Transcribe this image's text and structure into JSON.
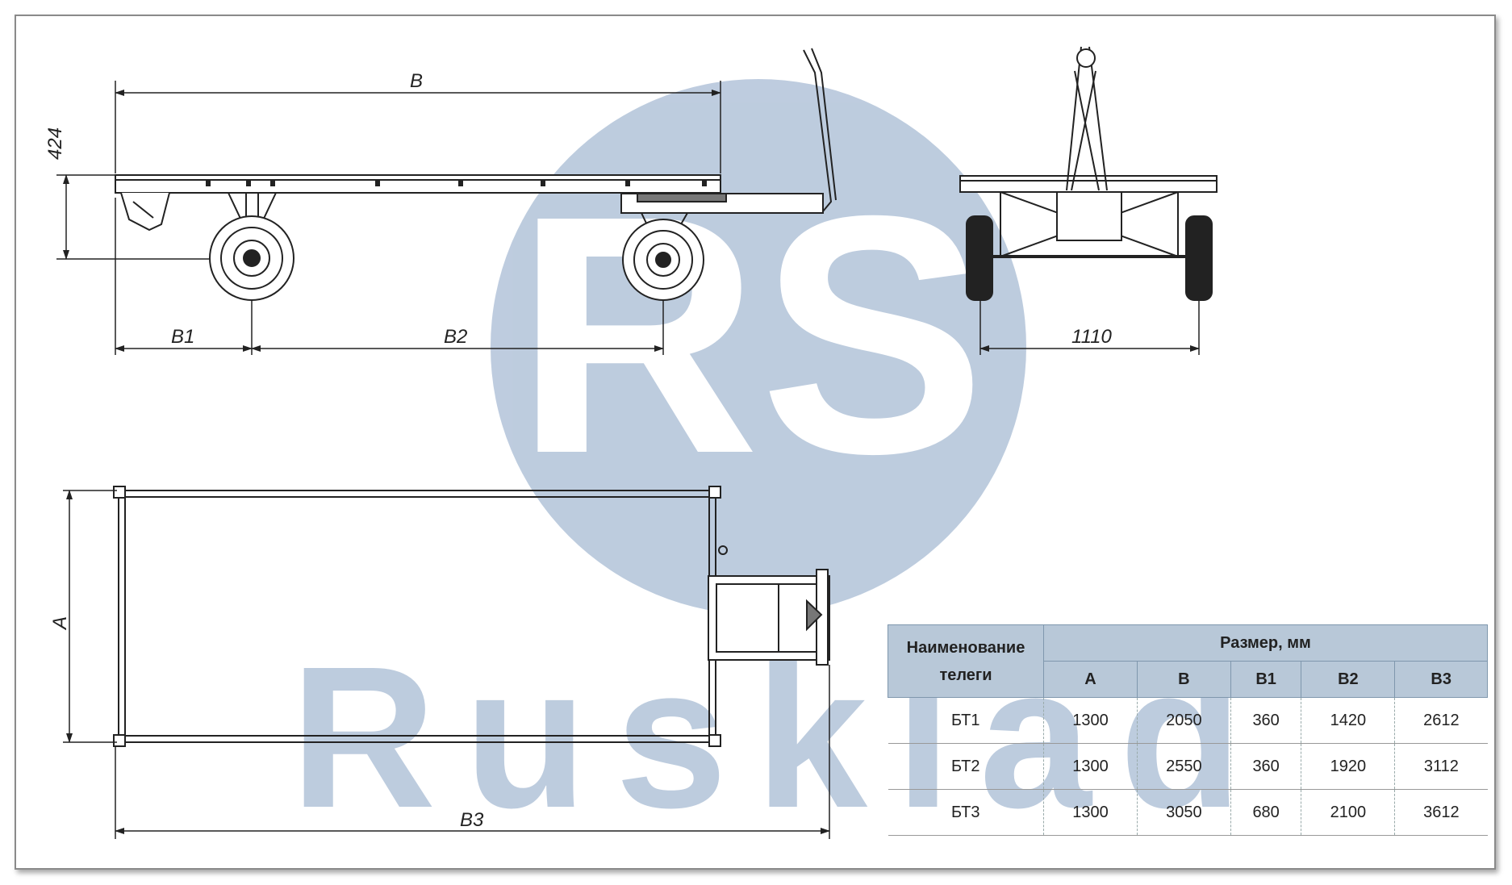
{
  "drawing": {
    "dimensions": {
      "height": "424",
      "length": "B",
      "wheel_offset": "B1",
      "wheelbase": "B2",
      "track": "1110",
      "width": "A",
      "overall_length": "B3"
    },
    "watermark": {
      "monogram": "RS",
      "text": "Rusklad",
      "color": "#b8c8dc"
    }
  },
  "table": {
    "name_header_line1": "Наименование",
    "name_header_line2": "телеги",
    "size_header": "Размер, мм",
    "columns": [
      "A",
      "B",
      "B1",
      "B2",
      "B3"
    ],
    "rows": [
      {
        "name": "БТ1",
        "values": [
          "1300",
          "2050",
          "360",
          "1420",
          "2612"
        ]
      },
      {
        "name": "БТ2",
        "values": [
          "1300",
          "2550",
          "360",
          "1920",
          "3112"
        ]
      },
      {
        "name": "БТ3",
        "values": [
          "1300",
          "3050",
          "680",
          "2100",
          "3612"
        ]
      }
    ],
    "header_color": "#b8c8d8"
  }
}
